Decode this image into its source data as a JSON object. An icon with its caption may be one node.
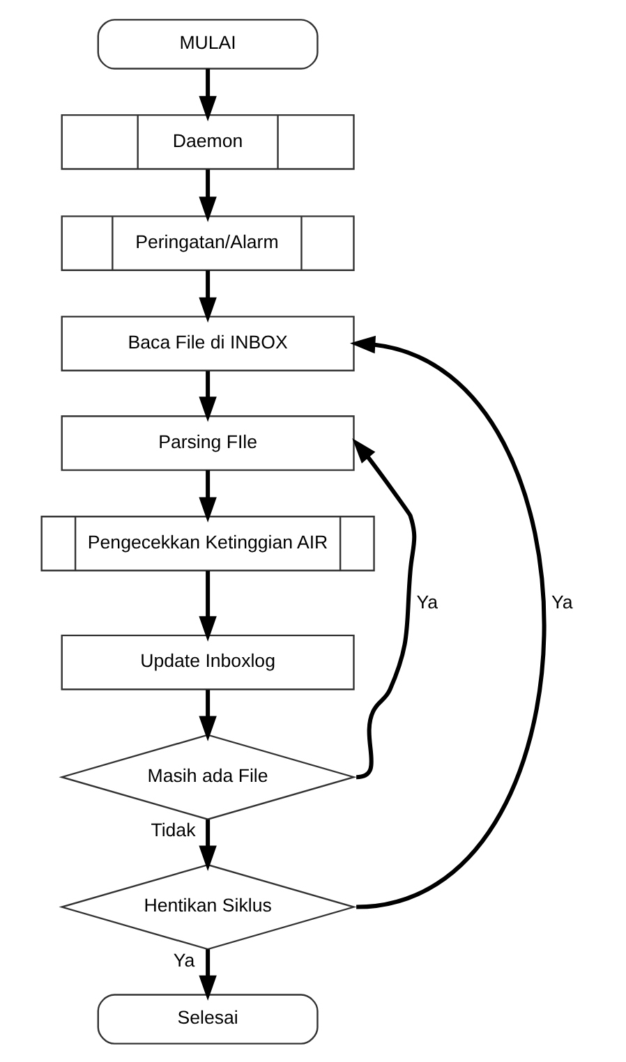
{
  "diagram": {
    "nodes": [
      {
        "text": [
          "MULAI"
        ]
      },
      {
        "text": [
          "Daemon"
        ]
      },
      {
        "text": [
          "Peringatan/Alarm"
        ]
      },
      {
        "text": [
          "Baca File di INBOX"
        ]
      },
      {
        "text": [
          "Parsing FIle"
        ]
      },
      {
        "text": [
          "Pengecekkan Ketinggian AIR"
        ]
      },
      {
        "text": [
          "Update Inboxlog"
        ]
      },
      {
        "text": [
          "Masih ada File"
        ]
      },
      {
        "text": [
          "Hentikan Siklus"
        ]
      },
      {
        "text": [
          "Selesai"
        ]
      }
    ],
    "edges": [
      {
        "from": 0,
        "to": 1,
        "arrow": "to"
      },
      {
        "from": 1,
        "to": 2,
        "arrow": "to"
      },
      {
        "from": 2,
        "to": 3,
        "arrow": "to"
      },
      {
        "from": 3,
        "to": 4,
        "arrow": "to"
      },
      {
        "from": 4,
        "to": 5,
        "arrow": "to"
      },
      {
        "from": 5,
        "to": 6,
        "arrow": "to"
      },
      {
        "from": 6,
        "to": 7,
        "arrow": "to"
      },
      {
        "from": 7,
        "to": 4,
        "arrow": "to",
        "label": "Ya"
      },
      {
        "from": 7,
        "to": 8,
        "arrow": "to",
        "label": "Tidak"
      },
      {
        "from": 8,
        "to": 3,
        "arrow": "to",
        "label": "Ya"
      },
      {
        "from": 8,
        "to": 9,
        "arrow": "to",
        "label": "Ya"
      }
    ]
  }
}
